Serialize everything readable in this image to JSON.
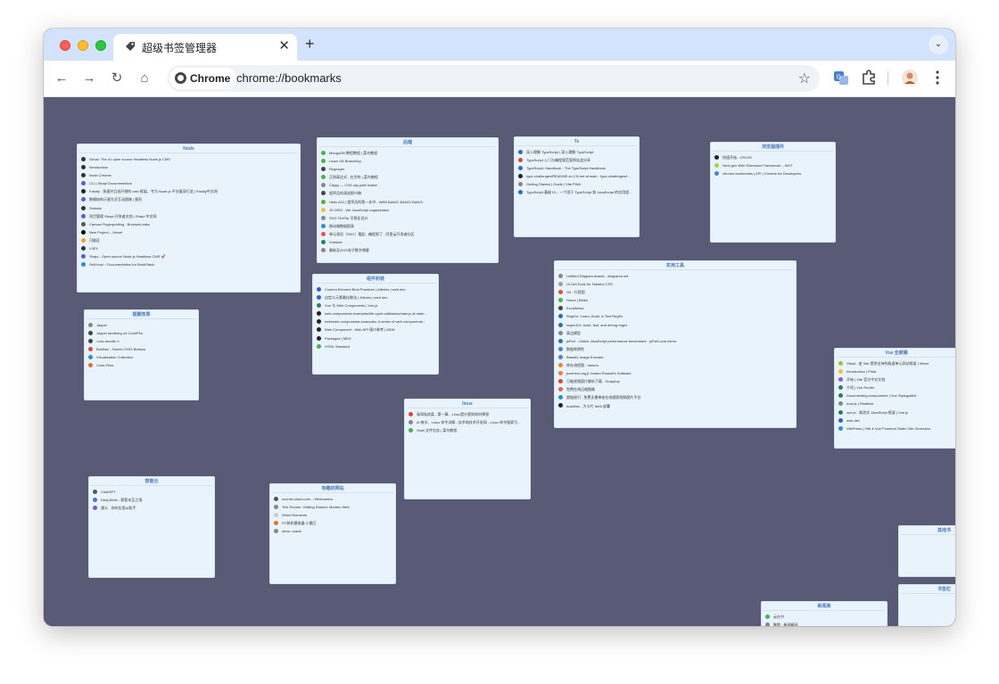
{
  "browser": {
    "tab_title": "超级书签管理器",
    "tab_close": "✕",
    "new_tab": "+",
    "tab_menu": "⌄",
    "chip_label": "Chrome",
    "url": "chrome://bookmarks",
    "back": "←",
    "forward": "→",
    "reload": "↻",
    "home": "⌂",
    "star": "☆",
    "menu": "⋮"
  },
  "cards": [
    {
      "title": "Node",
      "items": [
        {
          "label": "Ghost: The #1 open source Headless Node.js CMS",
          "icon": "#333333"
        },
        {
          "label": "Introduction",
          "icon": "#333333"
        },
        {
          "label": "Node.Chrome",
          "icon": "#333333"
        },
        {
          "label": "CLI | Strapi Documentation",
          "icon": "#5b5bd6"
        },
        {
          "label": "Fastify - 快速并且低开销的 web 框架，专为 Node.js 平台量身打造 | Fastify中文网",
          "icon": "#222222"
        },
        {
          "label": "数模结构示意生灵互动图像 | 图形",
          "icon": "#5b5bd6"
        },
        {
          "label": "Shlinkio",
          "icon": "#333333"
        },
        {
          "label": "项目管理 Strapi 开发者文档 | Strapi 中文网",
          "icon": "#5b5bd6"
        },
        {
          "label": "Canvas Fingerprinting - BrowserLeaks",
          "icon": "#555555"
        },
        {
          "label": "New Project – Vercel",
          "icon": "#000000"
        },
        {
          "label": "可能区",
          "icon": "#f0a030"
        },
        {
          "label": "VJEX",
          "icon": "#333333"
        },
        {
          "label": "Strapi - Open source Node.js Headless CMS 🚀",
          "icon": "#5b5bd6"
        },
        {
          "label": "Self-host :: Documentation for BookStack",
          "icon": "#2a8dd6"
        }
      ]
    },
    {
      "title": "后端",
      "items": [
        {
          "label": "MongoDB 教程教程 | 菜鸟教程",
          "icon": "#4caf50"
        },
        {
          "label": "Learn Git Branching",
          "icon": "#4caf50"
        },
        {
          "label": "Regexper",
          "icon": "#444444"
        },
        {
          "label": "正则表达式 - 在字符 | 菜鸟教程",
          "icon": "#4caf50"
        },
        {
          "label": "Clippy — CSS clip-path maker",
          "icon": "#888888"
        },
        {
          "label": "程序员的演说即兴稿",
          "icon": "#444444"
        },
        {
          "label": "Hello AGI | 程序员的第一本书 - WEB BANG! BANG! BANG!",
          "icon": "#4caf50"
        },
        {
          "label": "JS.ORG - We JavaScript organization",
          "icon": "#f0c040"
        },
        {
          "label": "SVG TextTip 可视化设计",
          "icon": "#888888"
        },
        {
          "label": "移动端数据报表",
          "icon": "#2a8dd6"
        },
        {
          "label": "单元测试（SSO）看起 - 编程到了 - 阿里云开发者社区",
          "icon": "#e55353"
        },
        {
          "label": "Vuetube",
          "icon": "#2f7f5f"
        },
        {
          "label": "最新及2021电子数字博客",
          "icon": "#888888"
        }
      ]
    },
    {
      "title": "Ts",
      "items": [
        {
          "label": "深入理解 TypeScript | 深入理解 TypeScript",
          "icon": "#2a6fb8"
        },
        {
          "label": "TypeScript 入门与编程规范案例实战分享",
          "icon": "#d04848"
        },
        {
          "label": "TypeScript: Handbook - The TypeScript Handbook",
          "icon": "#2a6fb8"
        },
        {
          "label": "type-challenges/README.zh-CN.md at main · type-challenges/t...",
          "icon": "#222222"
        },
        {
          "label": "Getting Started | Guide | Vite PWA",
          "icon": "#888888"
        },
        {
          "label": "TypeScript 基础 01 - 一个用于 TypeScript 和 JavaScript 的实用程...",
          "icon": "#2a6fb8"
        }
      ]
    },
    {
      "title": "浏览器插件",
      "items": [
        {
          "label": "快速开始 - CRXJS",
          "icon": "#222222"
        },
        {
          "label": "Next-gen Web Extension Framework – WXT",
          "icon": "#a0d060"
        },
        {
          "label": "chrome.bookmarks | API | Chrome for Developers",
          "icon": "#4a80d0"
        }
      ]
    },
    {
      "title": "提醒效果",
      "items": [
        {
          "label": "Jasper",
          "icon": "#888888"
        },
        {
          "label": "Jasper landberg on CodePen",
          "icon": "#444444"
        },
        {
          "label": "<css-doodle />",
          "icon": "#444444"
        },
        {
          "label": "BonBon - Sweet CSS3 Buttons",
          "icon": "#d04848"
        },
        {
          "label": "Visualization Collection",
          "icon": "#2a8dd6"
        },
        {
          "label": "Code-Files",
          "icon": "#e07030"
        }
      ]
    },
    {
      "title": "组件封装",
      "items": [
        {
          "label": "Custom Element Best Practices | Articles | web.dev",
          "icon": "#3060c0"
        },
        {
          "label": "自定义元素最佳做法 | Articles | web.dev",
          "icon": "#3060c0"
        },
        {
          "label": "Vue 与 Web Components | Vue.js",
          "icon": "#2f7f5f"
        },
        {
          "label": "web-components-examples/life-cycle-callbacks/main.js at main...",
          "icon": "#222222"
        },
        {
          "label": "mdn/web-components-examples: A series of web components...",
          "icon": "#222222"
        },
        {
          "label": "Web Component - Web API 接口参考 | MDN",
          "icon": "#222222"
        },
        {
          "label": "Packages | MDX",
          "icon": "#222222"
        },
        {
          "label": "HTML Standard",
          "icon": "#4caf50"
        }
      ]
    },
    {
      "title": "实用工具",
      "items": [
        {
          "label": "Untitled Diagram.drawio - diagrams.net",
          "icon": "#888888"
        },
        {
          "label": "UI DevTools for Tailwind CSS",
          "icon": "#a0a0a0"
        },
        {
          "label": "Git - 行程图",
          "icon": "#e05030"
        },
        {
          "label": "Home | Biden",
          "icon": "#4caf50"
        },
        {
          "label": "Excalidraw",
          "icon": "#444444"
        },
        {
          "label": "RegExr: Learn, Build, & Test RegEx",
          "icon": "#2a6fb8"
        },
        {
          "label": "regex101: build, test, and debug regex",
          "icon": "#2a6fb8"
        },
        {
          "label": "表达模型",
          "icon": "#888888"
        },
        {
          "label": "jsPerf - Online JavaScript performance benchmark · jsPerf.com mirror",
          "icon": "#2a6fb8"
        },
        {
          "label": "数据转换性",
          "icon": "#4a80d0"
        },
        {
          "label": "Base64 Image Encoder",
          "icon": "#4a80d0"
        },
        {
          "label": "库存流程图 · draw.io",
          "icon": "#f08030"
        },
        {
          "label": "jsonhero.org.jt Jordan Russell's Software",
          "icon": "#f08030"
        },
        {
          "label": "万能视频图片解析下载 - SnapAny",
          "icon": "#e04040"
        },
        {
          "label": "免费在线压缩图像",
          "icon": "#e06060"
        },
        {
          "label": "超链接引 - 免费无需审核在线搜索视频图片平台",
          "icon": "#2a8dd6"
        },
        {
          "label": "AutoBox - 为卡片 Web 部署",
          "icon": "#222222"
        }
      ]
    },
    {
      "title": "Vue 全家桶",
      "items": [
        {
          "label": "Vitest - 由 Vite 提供支持的极速单元测试框架 | Vitest",
          "icon": "#a0c040"
        },
        {
          "label": "Introduction | Pinia",
          "icon": "#f0c040"
        },
        {
          "label": "开始 | Vite 官方中文文档",
          "icon": "#8060e0"
        },
        {
          "label": "介绍 | Vue Router",
          "icon": "#2f7f5f"
        },
        {
          "label": "Documenting components | Vue Styleguidist",
          "icon": "#2f7f5f"
        },
        {
          "label": "nuxt.js | Realtrick",
          "icon": "#888888"
        },
        {
          "label": "vue.js - 渐进式 JavaScript 框架 | Vue.js",
          "icon": "#2f7f5f"
        },
        {
          "label": "web.dev",
          "icon": "#3060c0"
        },
        {
          "label": "VitePress | Vite & Vue Powered Static Site Generator",
          "icon": "#2a8dd6"
        }
      ]
    },
    {
      "title": "linux",
      "items": [
        {
          "label": "鳥哥私房菜 - 第一章、Linux是什麼與如何學習",
          "icon": "#e04040"
        },
        {
          "label": "Ai 夜半、Linux 命令详解 - 技术和技术开发网 - Linux 命令搜索引...",
          "icon": "#888888"
        },
        {
          "label": "Shell 文件包含 | 菜鸟教程",
          "icon": "#4caf50"
        }
      ]
    },
    {
      "title": "智能云",
      "items": [
        {
          "label": "ChatGPT",
          "icon": "#555555"
        },
        {
          "label": "DeepSeek - 探索未至之境",
          "icon": "#4a6fd0"
        },
        {
          "label": "通义 - 你的实用AI助手",
          "icon": "#6a5fd0"
        }
      ]
    },
    {
      "title": "有趣的网站",
      "items": [
        {
          "label": "zoomin.cloud.com – Webcomics",
          "icon": "#555555"
        },
        {
          "label": "Text Runner: Getting Started: Modern Web",
          "icon": "#888888"
        },
        {
          "label": "Wired Elements",
          "icon": "#cccccc"
        },
        {
          "label": "PC装机模拟器-小霸王",
          "icon": "#e07030"
        },
        {
          "label": "show :roads",
          "icon": "#888888"
        }
      ]
    },
    {
      "title": "其他书",
      "items": []
    },
    {
      "title": "书签栏",
      "items": []
    },
    {
      "title": "新闻库",
      "items": [
        {
          "label": "云台书",
          "icon": "#4caf50"
        },
        {
          "label": "聚焦 · 新闻精选",
          "icon": "#888888"
        }
      ]
    }
  ]
}
